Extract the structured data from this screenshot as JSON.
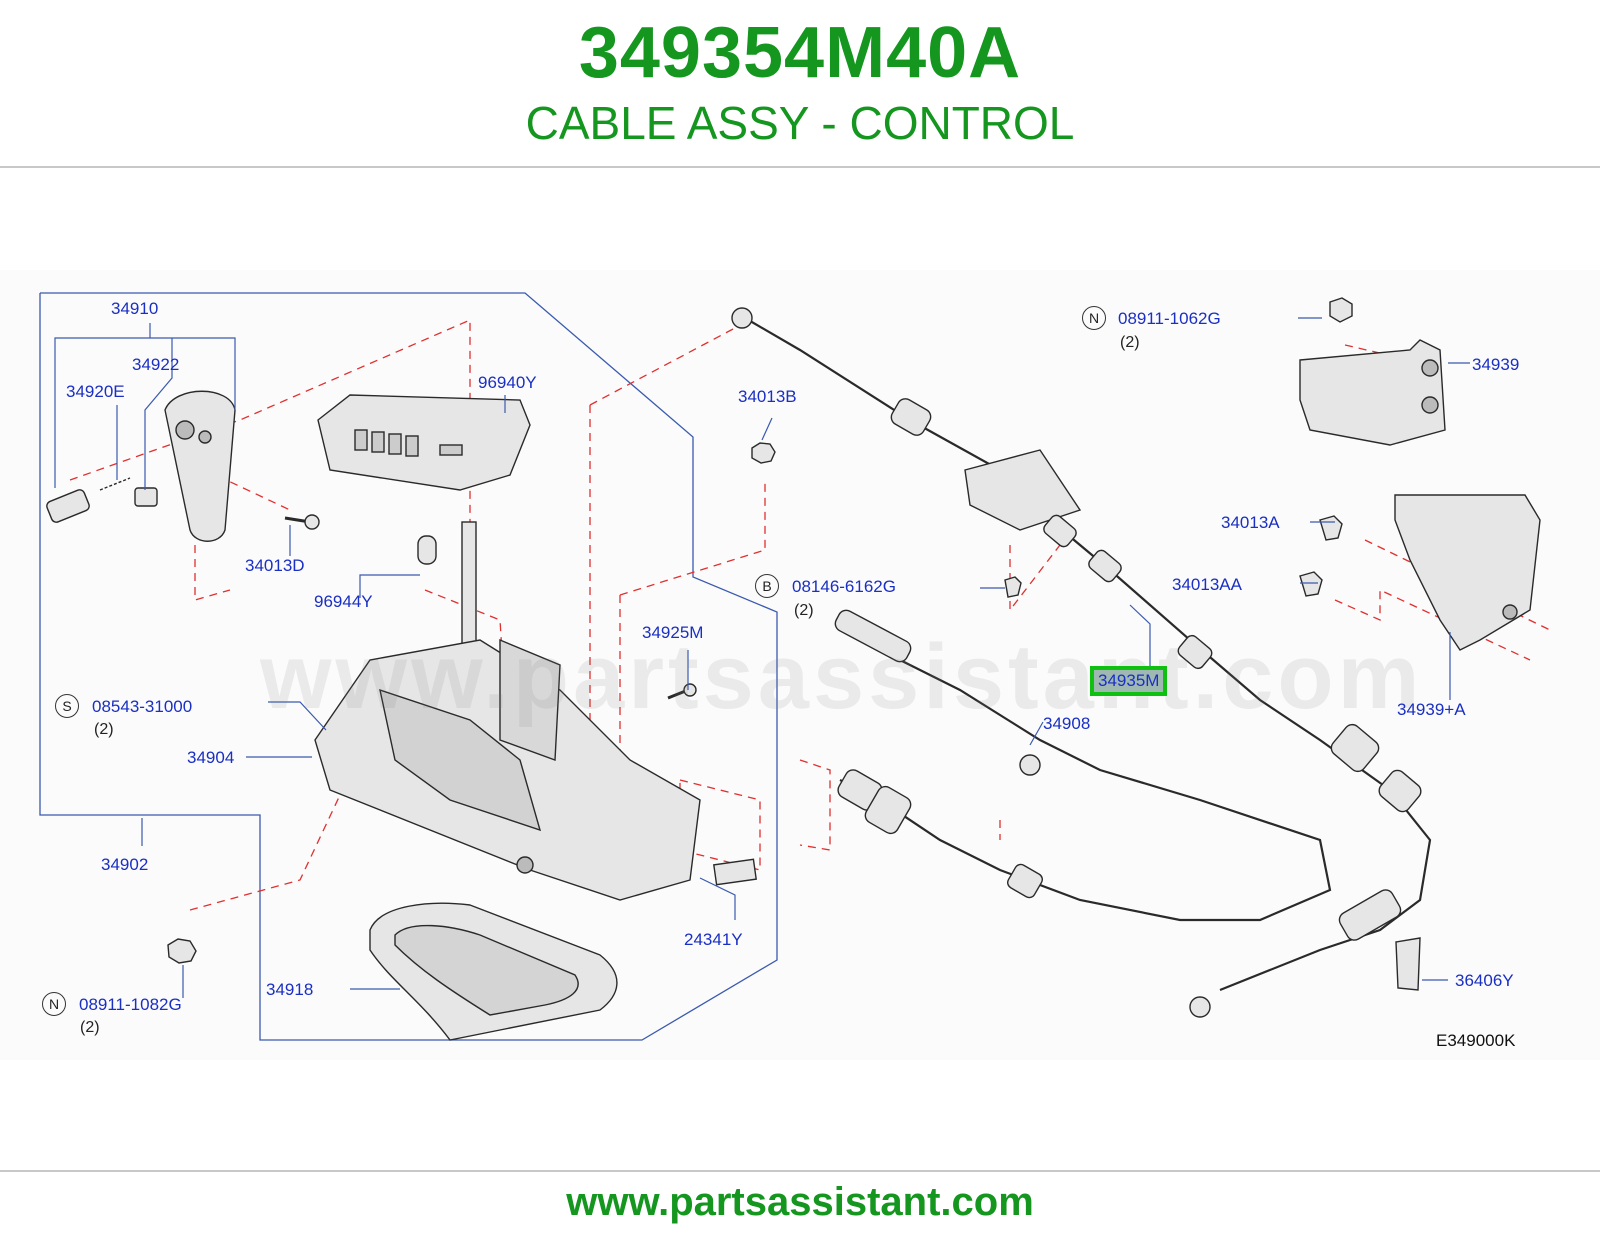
{
  "header": {
    "part_number": "349354M40A",
    "description": "CABLE ASSY - CONTROL"
  },
  "watermark": "www.partsassistant.com",
  "diagram_code": "E349000K",
  "highlighted_part": "34935M",
  "labels": {
    "l34910": "34910",
    "l34922": "34922",
    "l34920E": "34920E",
    "l96940Y": "96940Y",
    "l34013D": "34013D",
    "l96944Y": "96944Y",
    "l34013B": "34013B",
    "l08911_1062G": "08911-1062G",
    "l34939": "34939",
    "l34013A": "34013A",
    "l34013AA": "34013AA",
    "l08146_6162G": "08146-6162G",
    "l34925M": "34925M",
    "l08543_31000": "08543-31000",
    "l34904": "34904",
    "l34908": "34908",
    "l34939A": "34939+A",
    "l34902": "34902",
    "l24341Y": "24341Y",
    "l34918": "34918",
    "l08911_1082G": "08911-1082G",
    "l36406Y": "36406Y"
  },
  "symbols": {
    "n1": "N",
    "b1": "B",
    "s1": "S",
    "n2": "N"
  },
  "quantities": {
    "q1": "(2)",
    "q2": "(2)",
    "q3": "(2)",
    "q4": "(2)"
  },
  "colors": {
    "brand_green": "#14961f",
    "label_blue": "#1a2fc4",
    "dash_red": "#e03030",
    "highlight_green": "#10c010"
  },
  "footer": {
    "url": "www.partsassistant.com"
  }
}
